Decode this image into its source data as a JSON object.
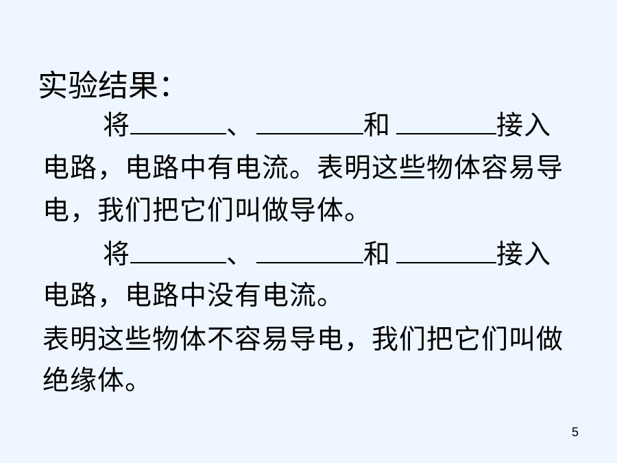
{
  "title": "实验结果：",
  "para1": {
    "prefix": "将",
    "sep1": "、",
    "sep2": "和",
    "suffix": "接入",
    "line2": "电路，电路中有电流。表明这些物体容易导",
    "line3": "电，我们把它们叫做导体。"
  },
  "para2": {
    "prefix": "将",
    "sep1": "、",
    "sep2": "和",
    "suffix": "接入",
    "line2": "电路，电路中没有电流。",
    "line3": "表明这些物体不容易导电，我们把它们叫做",
    "line4": "绝缘体。"
  },
  "page_number": "5"
}
